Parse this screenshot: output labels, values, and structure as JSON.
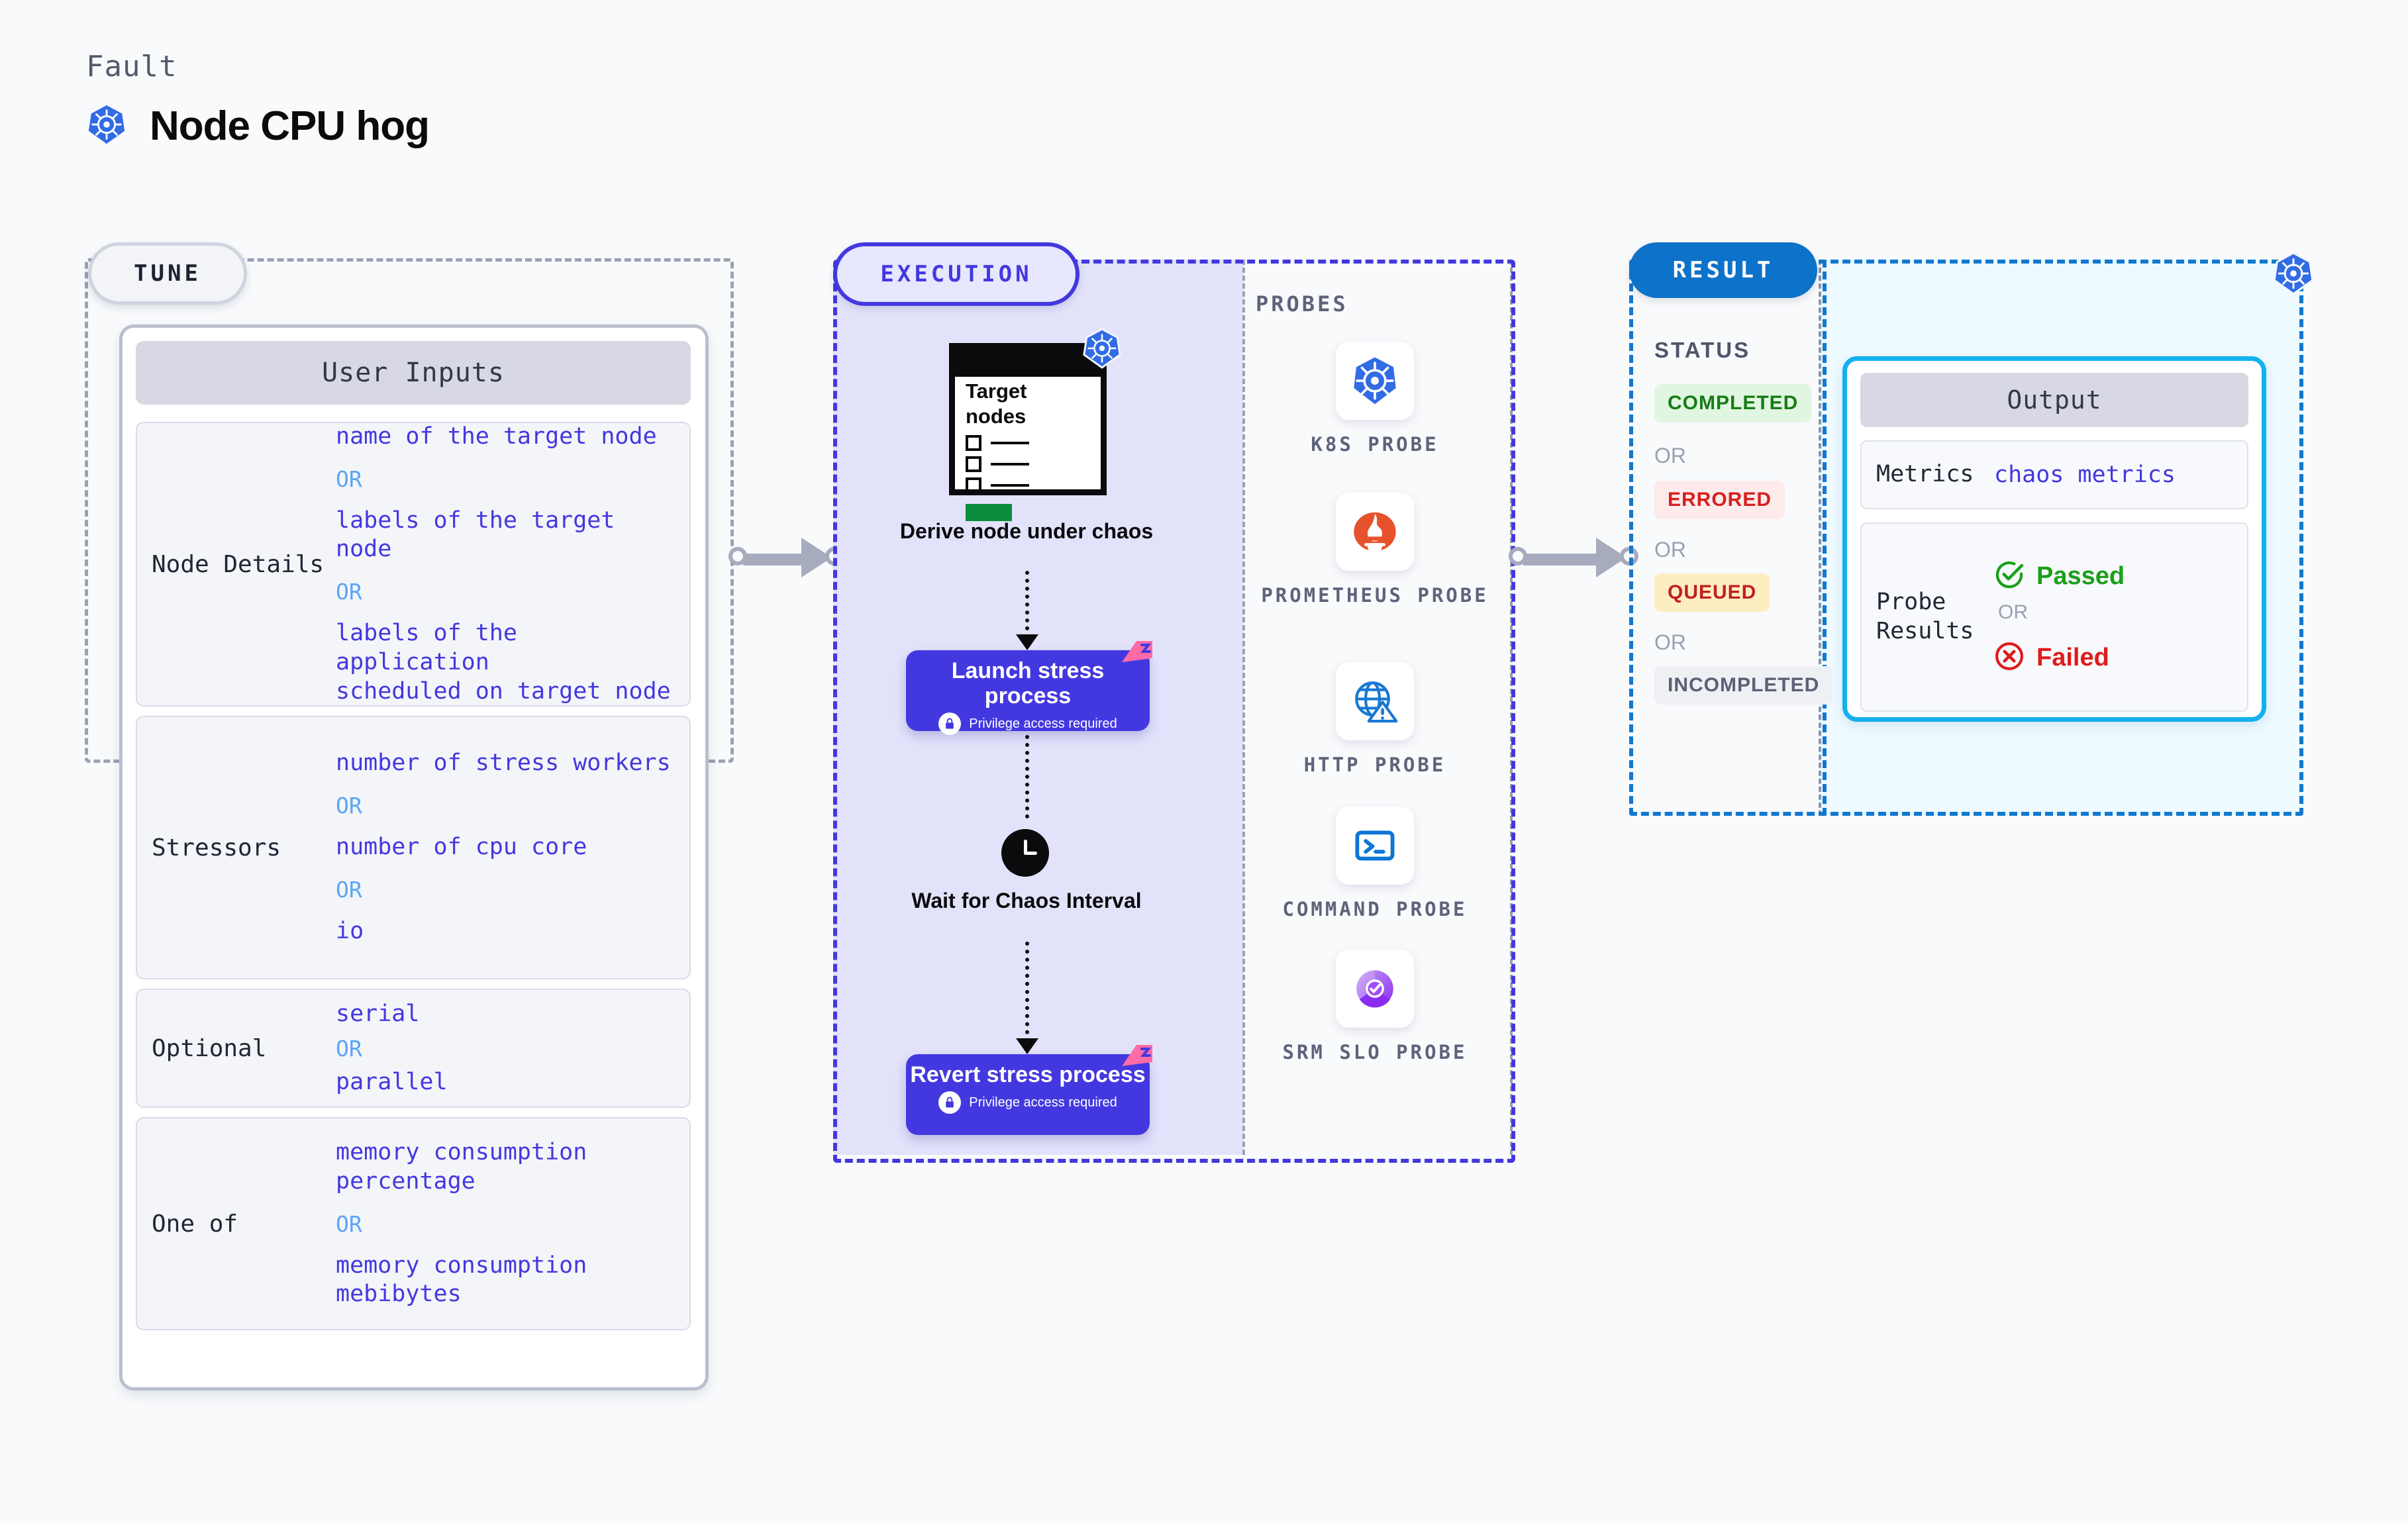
{
  "header": {
    "kicker": "Fault",
    "title": "Node CPU hog",
    "icon": "kubernetes-icon"
  },
  "tune": {
    "pill_label": "TUNE",
    "card_title": "User Inputs",
    "rows": [
      {
        "label": "Node Details",
        "items": [
          "name of the target node",
          "OR",
          "labels of the target node",
          "OR",
          "labels of the application\n scheduled on target node"
        ]
      },
      {
        "label": "Stressors",
        "items": [
          "number of stress workers",
          "OR",
          "number of cpu core",
          "OR",
          "io"
        ]
      },
      {
        "label": "Optional",
        "items": [
          "serial",
          "OR",
          "parallel"
        ]
      },
      {
        "label": "One of",
        "items": [
          "memory consumption percentage",
          "OR",
          "memory consumption mebibytes"
        ]
      }
    ]
  },
  "execution": {
    "pill_label": "EXECUTION",
    "screen": {
      "title_line1": "Target",
      "title_line2": "nodes",
      "icon": "kubernetes-icon"
    },
    "steps": [
      {
        "caption": "Derive node under chaos"
      },
      {
        "title": "Launch stress process",
        "sub": "Privilege access required",
        "icon": "lock-icon"
      },
      {
        "caption": "Wait for Chaos Interval",
        "icon": "clock-icon"
      },
      {
        "title": "Revert stress process",
        "sub": "Privilege access required",
        "icon": "lock-icon"
      }
    ]
  },
  "probes": {
    "section_label": "PROBES",
    "items": [
      {
        "label": "K8S PROBE",
        "icon": "kubernetes-icon"
      },
      {
        "label": "PROMETHEUS PROBE",
        "icon": "prometheus-icon"
      },
      {
        "label": "HTTP PROBE",
        "icon": "globe-warning-icon"
      },
      {
        "label": "COMMAND PROBE",
        "icon": "terminal-icon"
      },
      {
        "label": "SRM SLO PROBE",
        "icon": "srm-slo-icon"
      }
    ]
  },
  "result": {
    "pill_label": "RESULT",
    "status_label": "STATUS",
    "or_label": "OR",
    "statuses": [
      {
        "label": "COMPLETED",
        "bg": "#e1f6e1",
        "fg": "#167d16"
      },
      {
        "label": "ERRORED",
        "bg": "#fdebeb",
        "fg": "#d81e1e"
      },
      {
        "label": "QUEUED",
        "bg": "#fdeec2",
        "fg": "#c12020"
      },
      {
        "label": "INCOMPLETED",
        "bg": "#eef0f4",
        "fg": "#5b6074"
      }
    ],
    "output": {
      "title": "Output",
      "metrics_label": "Metrics",
      "metrics_value": "chaos metrics",
      "probe_results_label": "Probe Results",
      "passed_label": "Passed",
      "failed_label": "Failed",
      "or_label": "OR",
      "passed_color": "#1aa01a",
      "failed_color": "#e01b1b"
    },
    "corner_icon": "kubernetes-icon"
  },
  "colors": {
    "brand_purple": "#4338e0",
    "brand_blue": "#0d72c9",
    "tint_purple": "#e2e2fb",
    "tint_blue": "#edfaff",
    "neutral_dash": "#9aa1b2"
  }
}
